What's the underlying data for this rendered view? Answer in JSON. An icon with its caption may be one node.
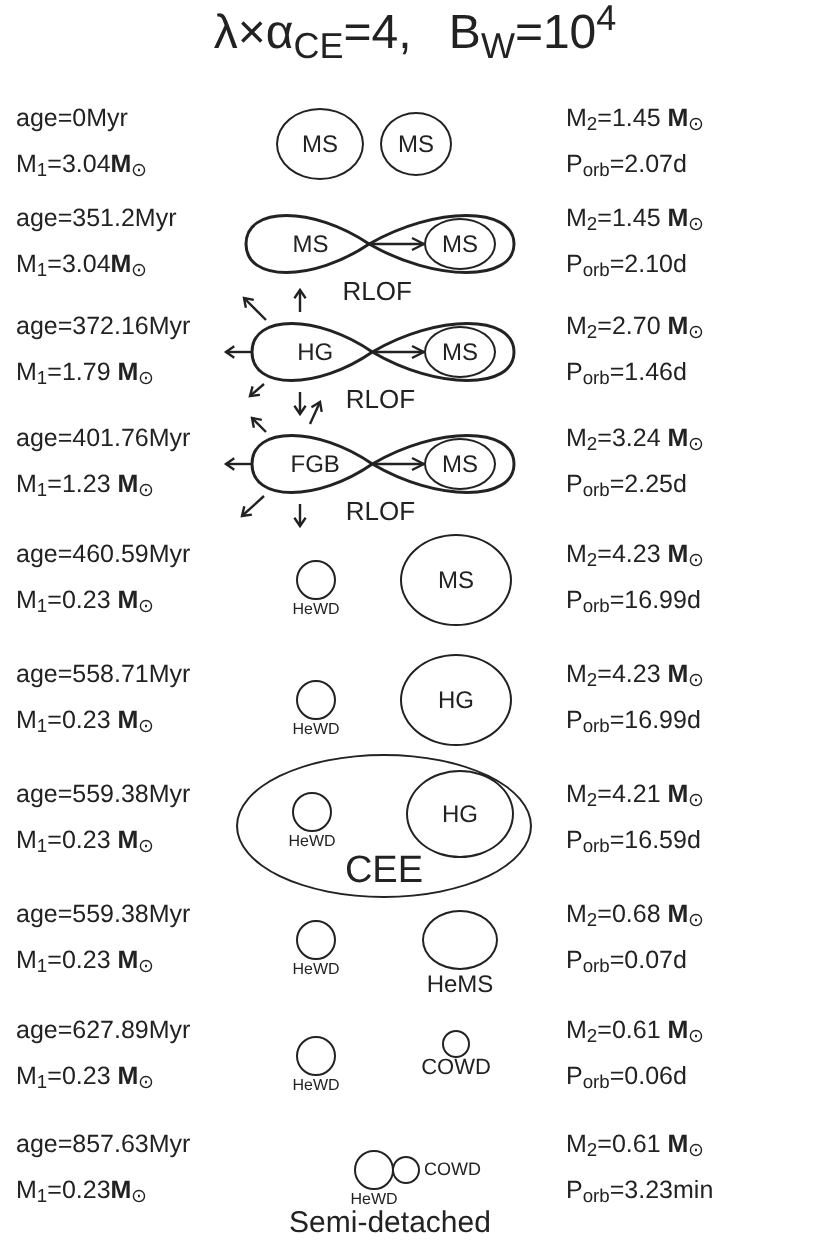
{
  "diagram": {
    "title": "λ×α$_{CE}$=4, B$_{W}$=10$^{4}$",
    "nodes": [
      {
        "text": [
          "MS"
        ]
      },
      {
        "text": [
          "MS"
        ]
      },
      {
        "text": [
          "MS"
        ],
        "beside": [
          "RLOF"
        ]
      },
      {
        "text": [
          "MS"
        ],
        "in": 2
      },
      {
        "text": [
          "HG"
        ],
        "beside": [
          "RLOF"
        ]
      },
      {
        "text": [
          "MS"
        ],
        "in": 4
      },
      {
        "text": [
          "FGB"
        ],
        "beside": [
          "RLOF"
        ]
      },
      {
        "text": [
          "MS"
        ],
        "in": 6
      },
      {
        "text": [],
        "shape": "circle",
        "beside": [
          "HeWD"
        ]
      },
      {
        "text": [
          "MS"
        ]
      },
      {
        "text": [],
        "shape": "circle",
        "beside": [
          "HeWD"
        ]
      },
      {
        "text": [
          "HG"
        ]
      },
      {
        "text": [
          "CEE"
        ]
      },
      {
        "text": [],
        "shape": "circle",
        "beside": [
          "HeWD"
        ],
        "in": 12
      },
      {
        "text": [
          "HG"
        ],
        "in": 12
      },
      {
        "text": [],
        "shape": "circle",
        "beside": [
          "HeWD"
        ]
      },
      {
        "text": [],
        "shape": "circle",
        "beside": [
          "HeMS"
        ]
      },
      {
        "text": [],
        "shape": "circle",
        "beside": [
          "HeWD"
        ]
      },
      {
        "text": [],
        "shape": "circle",
        "beside": [
          "COWD"
        ]
      },
      {
        "text": [],
        "shape": "circle",
        "beside": [
          "HeWD"
        ]
      },
      {
        "text": [],
        "shape": "circle",
        "beside": [
          "COWD"
        ]
      }
    ],
    "edges": [
      {
        "from": 2,
        "to": 3,
        "arrow": "to"
      },
      {
        "from": 4,
        "to": 5,
        "arrow": "to"
      },
      {
        "from": 6,
        "to": 7,
        "arrow": "to"
      }
    ],
    "labels": [
      "age=0Myr",
      "M$_{2}$=1.45 **M**$_{⊙}$",
      "M$_{1}$=3.04**M**$_{⊙}$",
      "P$_{orb}$=2.07d",
      "age=351.2Myr",
      "M$_{2}$=1.45 **M**$_{⊙}$",
      "M$_{1}$=3.04**M**$_{⊙}$",
      "P$_{orb}$=2.10d",
      "age=372.16Myr",
      "M$_{2}$=2.70 **M**$_{⊙}$",
      "M$_{1}$=1.79 **M**$_{⊙}$",
      "P$_{orb}$=1.46d",
      "age=401.76Myr",
      "M$_{2}$=3.24 **M**$_{⊙}$",
      "M$_{1}$=1.23 **M**$_{⊙}$",
      "P$_{orb}$=2.25d",
      "age=460.59Myr",
      "M$_{2}$=4.23 **M**$_{⊙}$",
      "M$_{1}$=0.23 **M**$_{⊙}$",
      "P$_{orb}$=16.99d",
      "age=558.71Myr",
      "M$_{2}$=4.23 **M**$_{⊙}$",
      "M$_{1}$=0.23 **M**$_{⊙}$",
      "P$_{orb}$=16.99d",
      "age=559.38Myr",
      "M$_{2}$=4.21 **M**$_{⊙}$",
      "M$_{1}$=0.23 **M**$_{⊙}$",
      "P$_{orb}$=16.59d",
      "age=559.38Myr",
      "M$_{2}$=0.68 **M**$_{⊙}$",
      "M$_{1}$=0.23 **M**$_{⊙}$",
      "P$_{orb}$=0.07d",
      "age=627.89Myr",
      "M$_{2}$=0.61 **M**$_{⊙}$",
      "M$_{1}$=0.23 **M**$_{⊙}$",
      "P$_{orb}$=0.06d",
      "age=857.63Myr",
      "M$_{2}$=0.61 **M**$_{⊙}$",
      "M$_{1}$=0.23**M**$_{⊙}$",
      "P$_{orb}$=3.23min",
      "Semi-detached"
    ]
  }
}
